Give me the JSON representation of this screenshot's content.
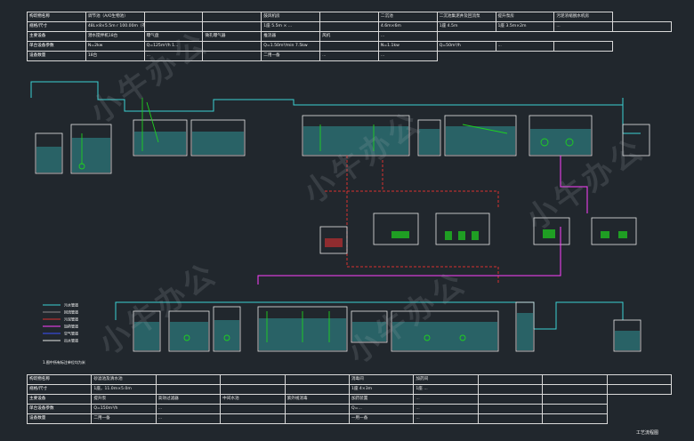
{
  "top_table": {
    "rows": [
      [
        "构筑物名称",
        "调节池（A/O生物池）",
        "",
        "",
        "鼓风机房",
        "",
        "二沉池",
        "二沉池集泥井及回流泵",
        "提升泵房",
        "污泥浓缩脱水机房"
      ],
      [
        "规格/尺寸",
        "48L×8×5.5m r 100.00m（有效容积...）",
        "",
        "",
        "1座 5.5m × ...",
        "",
        "4.6m×6m",
        "1座 4.5m",
        "1座 3.5m×2m",
        "...",
        ""
      ],
      [
        "主要设备",
        "潜水搅拌机18台",
        "曝气盘",
        "微孔曝气器",
        "推流器",
        "风机",
        "..."
      ],
      [
        "单台设备参数",
        "N=2kw",
        "Q=125m³/h 1...",
        "",
        "Q=1.50m³/min 7.5kw",
        "",
        "N=1.1kw",
        "Q=50m³/h",
        "...",
        ""
      ],
      [
        "设备数量",
        "18台",
        "...",
        "",
        "二用一备",
        "...",
        "..."
      ]
    ]
  },
  "bottom_table": {
    "rows": [
      [
        "构筑物名称",
        "砂滤池及清水池",
        "",
        "",
        "",
        "消毒间",
        "加药间",
        "",
        "",
        ""
      ],
      [
        "规格/尺寸",
        "1座，11.0m×5.0m",
        "",
        "",
        "",
        "1座 4×3m",
        "1座 ...",
        "",
        "",
        ""
      ],
      [
        "主要设备",
        "提升泵",
        "高效过滤器",
        "中间水池",
        "紫外线消毒",
        "加药装置",
        "...",
        "",
        ""
      ],
      [
        "单台设备参数",
        "Q=150m³/h",
        "...",
        "",
        "",
        "Q=...",
        "...",
        "",
        ""
      ],
      [
        "设备数量",
        "二用一备",
        "...",
        "",
        "",
        "一用一备",
        "...",
        "",
        ""
      ]
    ]
  },
  "legend": {
    "items": [
      {
        "label": "污水管道",
        "color": "#3ad2d2"
      },
      {
        "label": "回流管道",
        "color": "#8a8a8a"
      },
      {
        "label": "污泥管道",
        "color": "#d93030"
      },
      {
        "label": "加药管道",
        "color": "#ff40ff"
      },
      {
        "label": "空气管道",
        "color": "#3a50ff"
      },
      {
        "label": "出水管道",
        "color": "#e8e8e8"
      }
    ],
    "note": "1.图中所有标注单位均为米"
  },
  "footer_title": "工艺流程图",
  "watermark": "小牛办公",
  "colors": {
    "background": "#21272d",
    "water": "#3ad2d2",
    "sludge": "#d93030",
    "chemical": "#ff40ff",
    "equipment": "#1fd11f",
    "air": "#ffffff"
  }
}
